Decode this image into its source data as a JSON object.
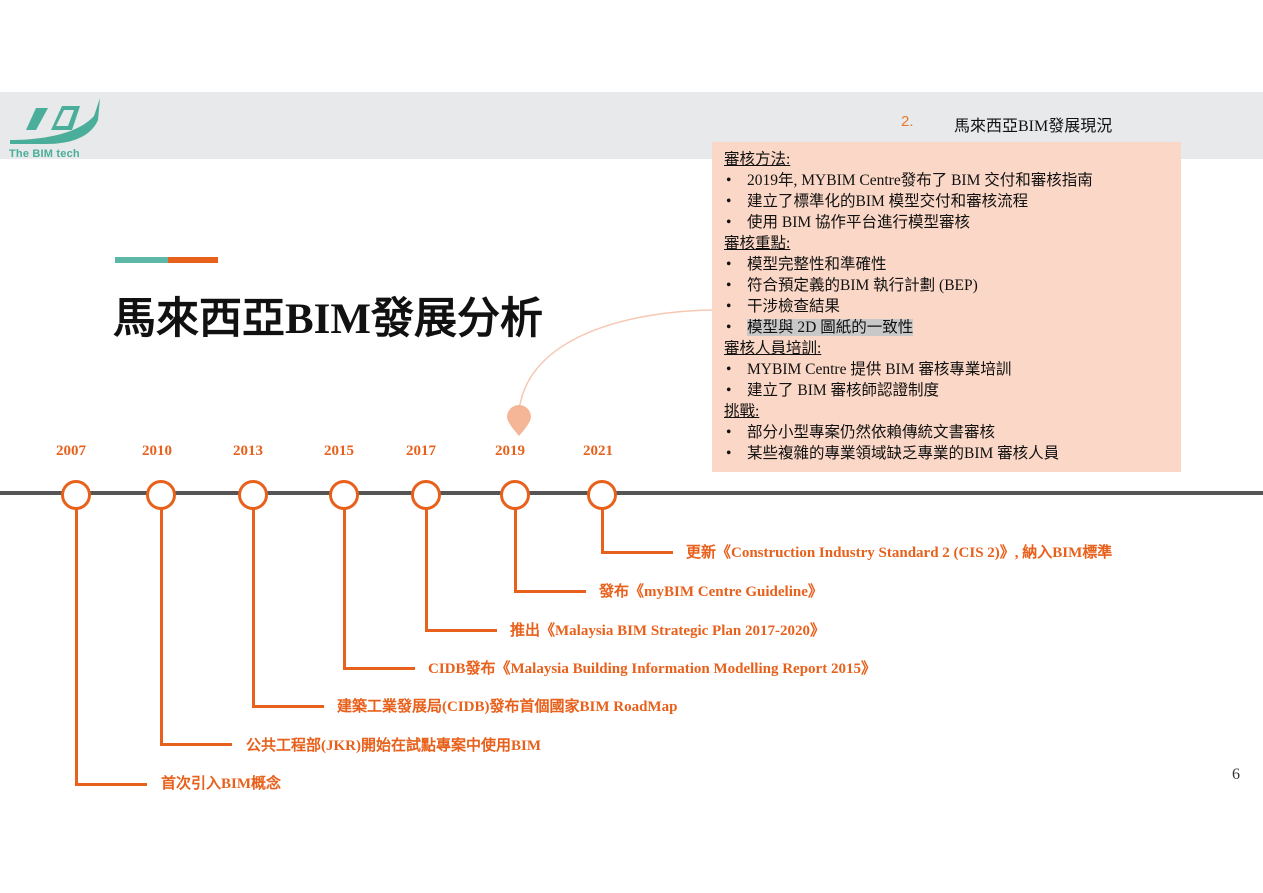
{
  "logo": {
    "text": "The BIM tech"
  },
  "header": {
    "section_number": "2.",
    "section_title": "馬來西亞BIM發展現況"
  },
  "title": "馬來西亞BIM發展分析",
  "callout": {
    "sections": [
      {
        "heading": "審核方法:",
        "items": [
          "2019年, MYBIM Centre發布了 BIM 交付和審核指南",
          "建立了標準化的BIM 模型交付和審核流程",
          "使用 BIM 協作平台進行模型審核"
        ]
      },
      {
        "heading": "審核重點:",
        "items": [
          "模型完整性和準確性",
          "符合預定義的BIM 執行計劃 (BEP)",
          "干涉檢查結果",
          "模型與 2D 圖紙的一致性"
        ]
      },
      {
        "heading": "審核人員培訓:",
        "items": [
          "MYBIM Centre 提供 BIM 審核專業培訓",
          "建立了 BIM 審核師認證制度"
        ]
      },
      {
        "heading": "挑戰:",
        "items": [
          "部分小型專案仍然依賴傳統文書審核",
          "某些複雜的專業領域缺乏專業的BIM 審核人員"
        ]
      }
    ]
  },
  "timeline": {
    "years": [
      "2007",
      "2010",
      "2013",
      "2015",
      "2017",
      "2019",
      "2021"
    ],
    "events": [
      "首次引入BIM概念",
      "公共工程部(JKR)開始在試點專案中使用BIM",
      "建築工業發展局(CIDB)發布首個國家BIM RoadMap",
      "CIDB發布《Malaysia Building Information Modelling Report 2015》",
      "推出《Malaysia BIM Strategic Plan 2017-2020》",
      "發布《myBIM Centre Guideline》",
      "更新《Construction Industry Standard 2 (CIS 2)》, 納入BIM標準"
    ]
  },
  "page_number": "6",
  "colors": {
    "accent_orange": "#e8611c",
    "accent_teal": "#5db7a6",
    "callout_bg": "#fad7c6",
    "header_band": "#e7e9ea"
  }
}
